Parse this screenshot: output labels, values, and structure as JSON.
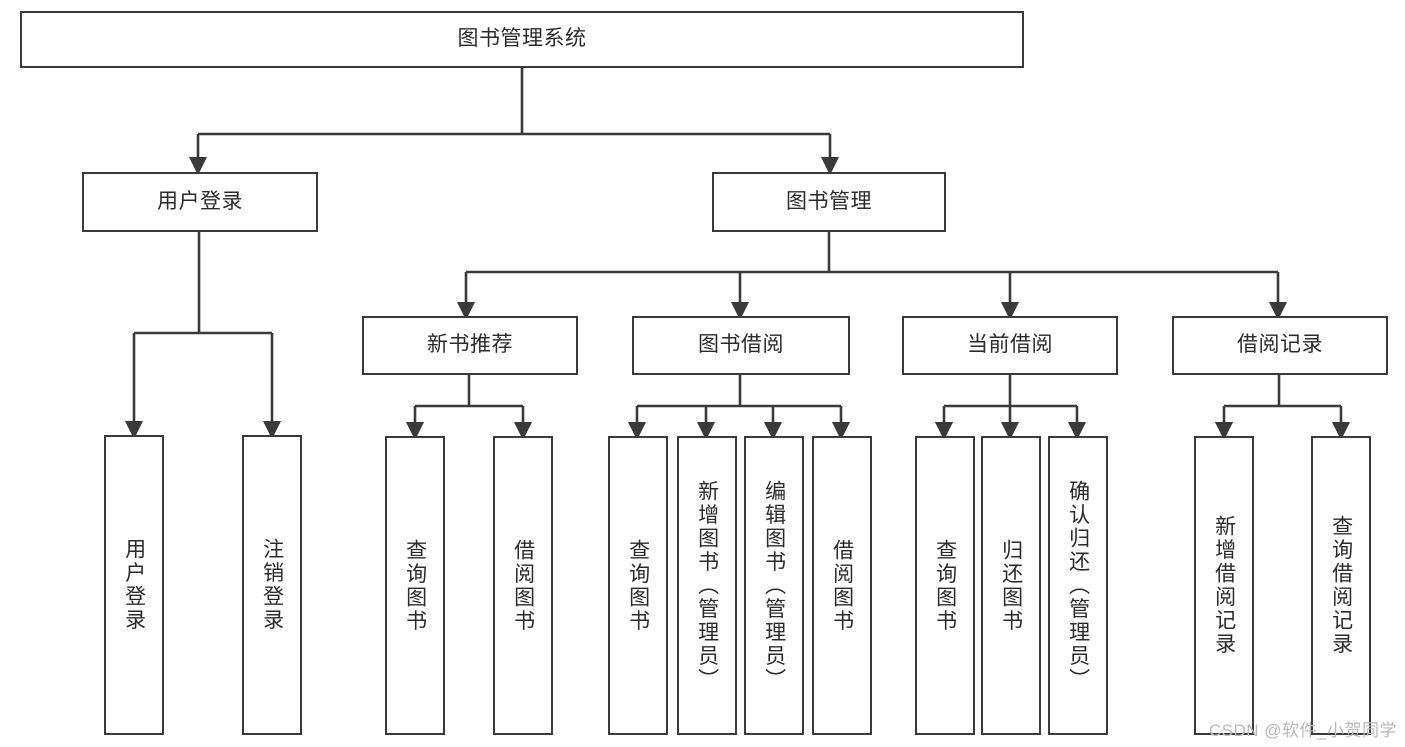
{
  "diagram": {
    "type": "tree-hierarchy",
    "title": "图书管理系统",
    "root": {
      "id": "root",
      "label": "图书管理系统"
    },
    "level1": [
      {
        "id": "user-login",
        "label": "用户登录"
      },
      {
        "id": "book-manage",
        "label": "图书管理"
      }
    ],
    "level2": [
      {
        "id": "new-book-recommend",
        "label": "新书推荐",
        "parent": "book-manage"
      },
      {
        "id": "book-borrow",
        "label": "图书借阅",
        "parent": "book-manage"
      },
      {
        "id": "current-borrow",
        "label": "当前借阅",
        "parent": "book-manage"
      },
      {
        "id": "borrow-record",
        "label": "借阅记录",
        "parent": "book-manage"
      }
    ],
    "leaves": {
      "user-login": [
        {
          "id": "leaf-user-login",
          "label": "用户登录"
        },
        {
          "id": "leaf-logout-login",
          "label": "注销登录"
        }
      ],
      "new-book-recommend": [
        {
          "id": "leaf-query-book-1",
          "label": "查询图书"
        },
        {
          "id": "leaf-borrow-book-1",
          "label": "借阅图书"
        }
      ],
      "book-borrow": [
        {
          "id": "leaf-query-book-2",
          "label": "查询图书"
        },
        {
          "id": "leaf-add-book",
          "label": "新增图书（管理员）"
        },
        {
          "id": "leaf-edit-book",
          "label": "编辑图书（管理员）"
        },
        {
          "id": "leaf-borrow-book-2",
          "label": "借阅图书"
        }
      ],
      "current-borrow": [
        {
          "id": "leaf-query-book-3",
          "label": "查询图书"
        },
        {
          "id": "leaf-return-book",
          "label": "归还图书"
        },
        {
          "id": "leaf-confirm-return",
          "label": "确认归还（管理员）"
        }
      ],
      "borrow-record": [
        {
          "id": "leaf-add-record",
          "label": "新增借阅记录"
        },
        {
          "id": "leaf-query-record",
          "label": "查询借阅记录"
        }
      ]
    }
  },
  "watermark": {
    "text": "CSDN @软件_小贺同学"
  },
  "colors": {
    "border": "#3a3a3a",
    "background": "#ffffff",
    "text": "#2b2b2b",
    "watermark": "#b9b9b9"
  }
}
